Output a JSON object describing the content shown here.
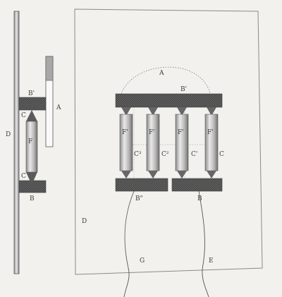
{
  "figure": {
    "labels": {
      "A_left": "A",
      "B_prime_left": "B'",
      "C_top_left": "C",
      "D_left": "D",
      "F_left": "F",
      "C_bottom_left": "C",
      "B_left": "B",
      "A_arc": "A",
      "B_prime_top": "B'",
      "F1": "F'",
      "F2": "F'",
      "F3": "F'",
      "F4": "F'",
      "C3": "C³",
      "C2": "C²",
      "C1": "C'",
      "C0": "C",
      "B_double_prime": "B\"",
      "B_right": "B",
      "D_right": "D",
      "G": "G",
      "E": "E"
    }
  }
}
